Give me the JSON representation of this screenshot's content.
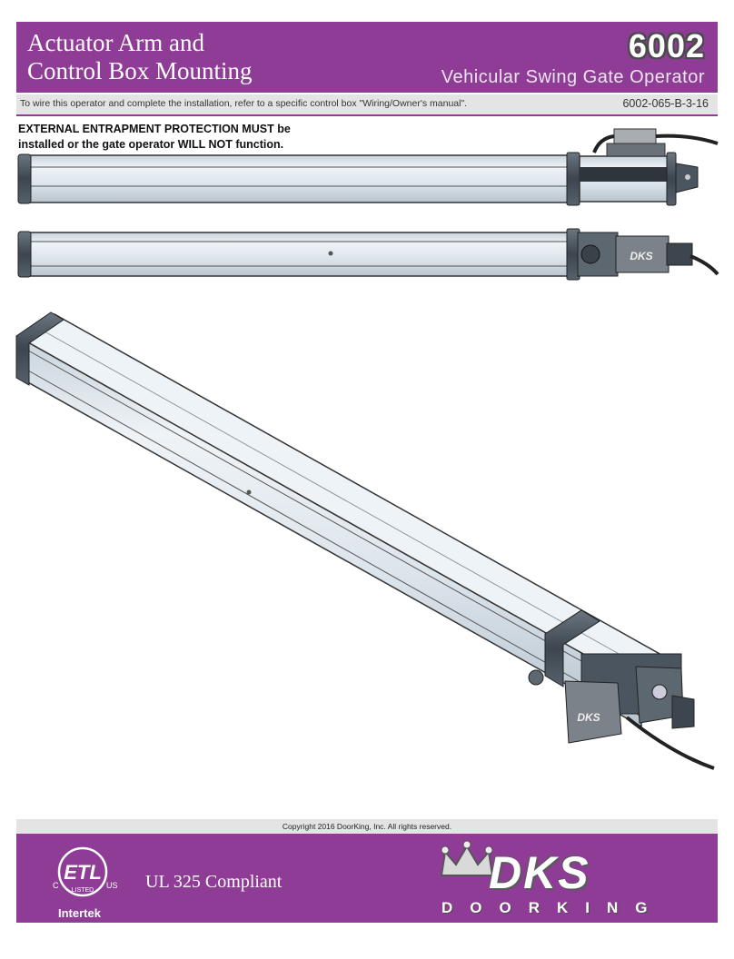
{
  "header": {
    "title_line1": "Actuator Arm and",
    "title_line2": "Control Box Mounting",
    "model": "6002",
    "subtitle": "Vehicular Swing Gate Operator"
  },
  "info_bar": {
    "text": "To wire this operator and complete the installation, refer to a specific control box \"Wiring/Owner's manual\".",
    "doc_number": "6002-065-B-3-16"
  },
  "warning": {
    "line1": "EXTERNAL ENTRAPMENT PROTECTION MUST be",
    "line2": "installed or the gate operator WILL NOT function."
  },
  "illustration": {
    "box_label": "DKS"
  },
  "footer": {
    "copyright": "Copyright 2016 DoorKing, Inc. All rights reserved.",
    "compliance": "UL 325 Compliant",
    "etl_mark": "ETL",
    "etl_c": "C",
    "etl_us": "US",
    "etl_listed": "LISTED",
    "certifier": "Intertek",
    "brand": "DKS",
    "brand_name": "DOORKING"
  },
  "colors": {
    "brand_purple": "#8e3c96",
    "bar_gray": "#e4e4e4",
    "arm_body": "#dfe7ee",
    "end_cap": "#4a5560"
  }
}
